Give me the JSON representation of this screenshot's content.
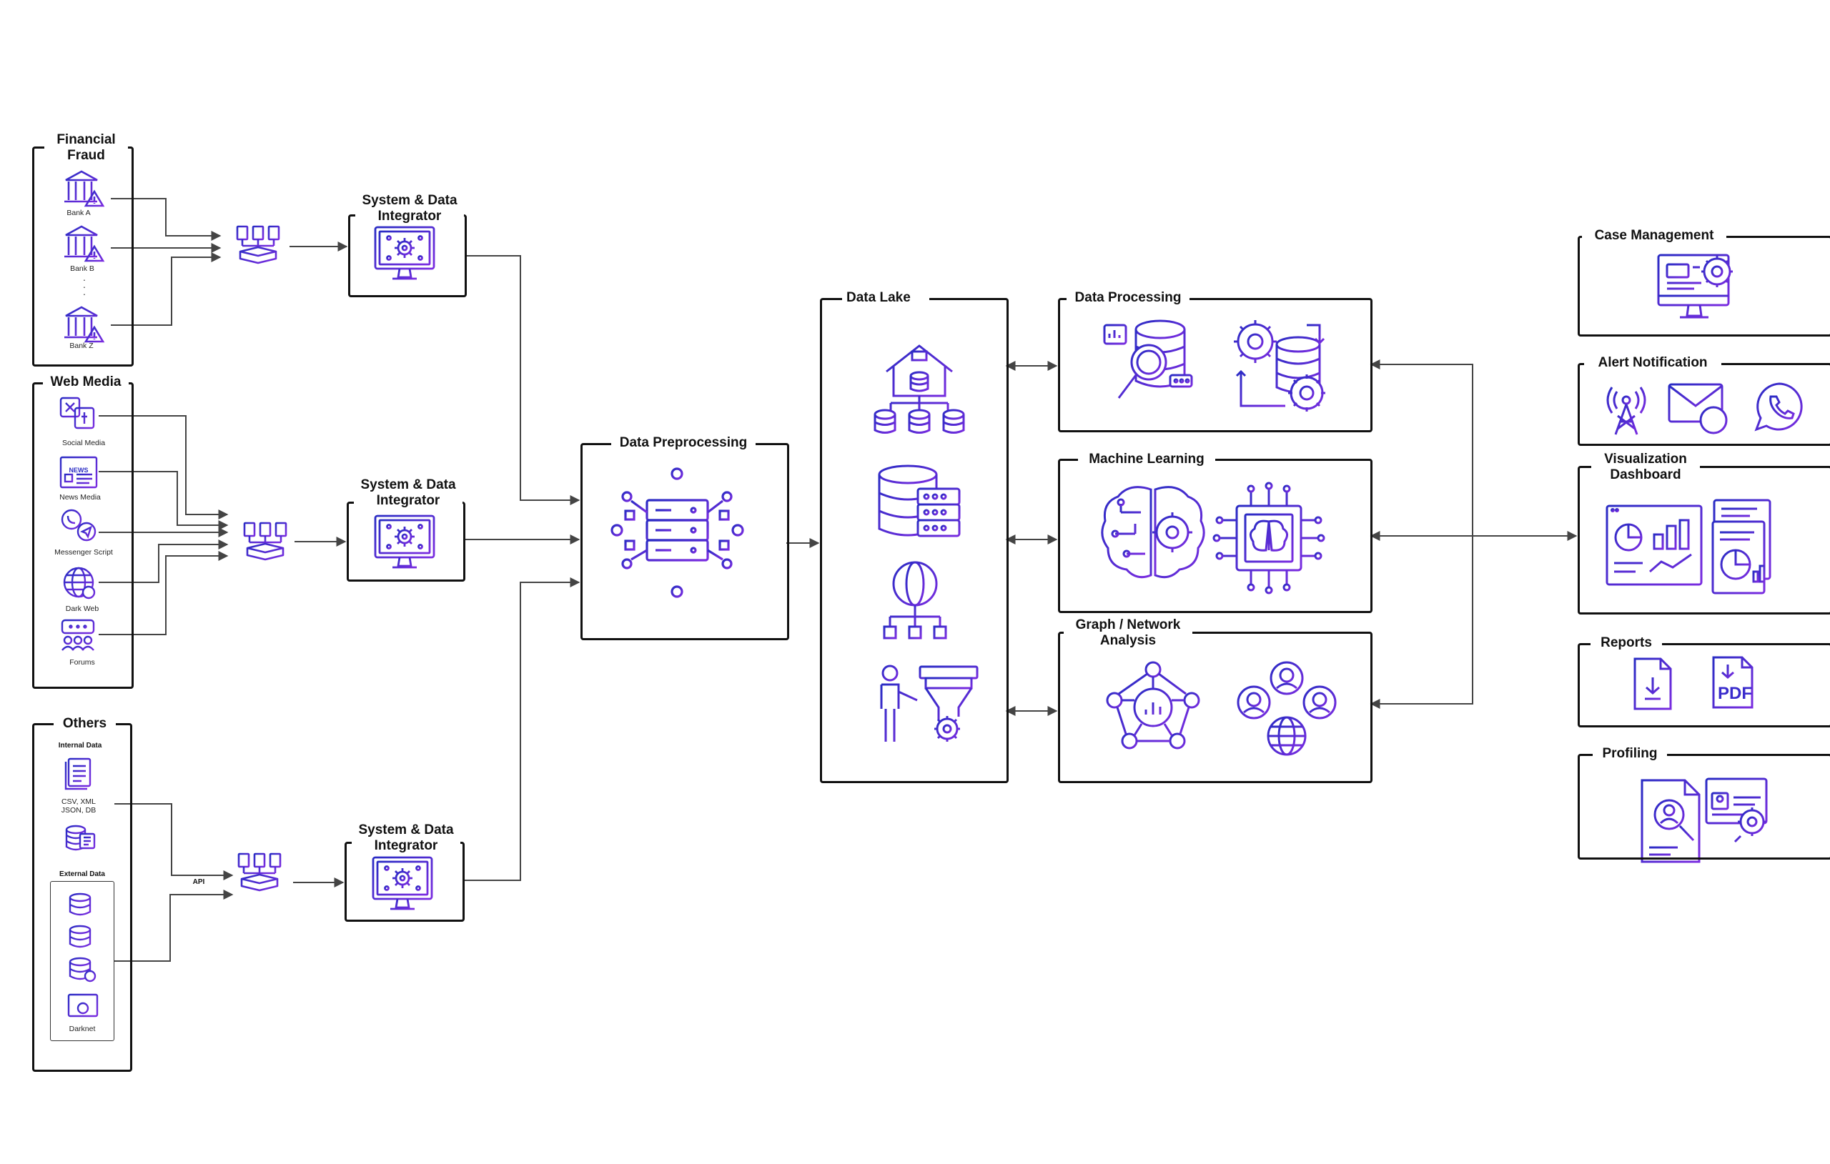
{
  "colors": {
    "icon_start": "#2a2cc4",
    "icon_end": "#7a2ce0",
    "stroke": "#111111",
    "arrow": "#444444"
  },
  "sources": {
    "financial": {
      "title": "Financial\nFraud",
      "items": [
        "Bank A",
        "Bank B",
        "Bank Z"
      ],
      "ellipsis": ".\n.\n."
    },
    "web": {
      "title": "Web Media",
      "items": [
        "Social Media",
        "News Media",
        "Messenger Script",
        "Dark Web",
        "Forums"
      ]
    },
    "others": {
      "title": "Others",
      "internal_label": "Internal Data",
      "internal_item": "CSV, XML\nJSON, DB",
      "external_label": "External Data",
      "external_item": "Darknet",
      "api_label": "API"
    }
  },
  "integrators": [
    "System & Data\nIntegrator",
    "System & Data\nIntegrator",
    "System & Data\nIntegrator"
  ],
  "preprocessing": {
    "title": "Data Preprocessing"
  },
  "data_lake": {
    "title": "Data Lake"
  },
  "analysis": {
    "processing": "Data Processing",
    "ml": "Machine Learning",
    "graph": "Graph / Network\nAnalysis"
  },
  "outputs": {
    "case": "Case Management",
    "alert": "Alert Notification",
    "viz": "Visualization\nDashboard",
    "reports": "Reports",
    "profiling": "Profiling",
    "pdf_text": "PDF"
  }
}
